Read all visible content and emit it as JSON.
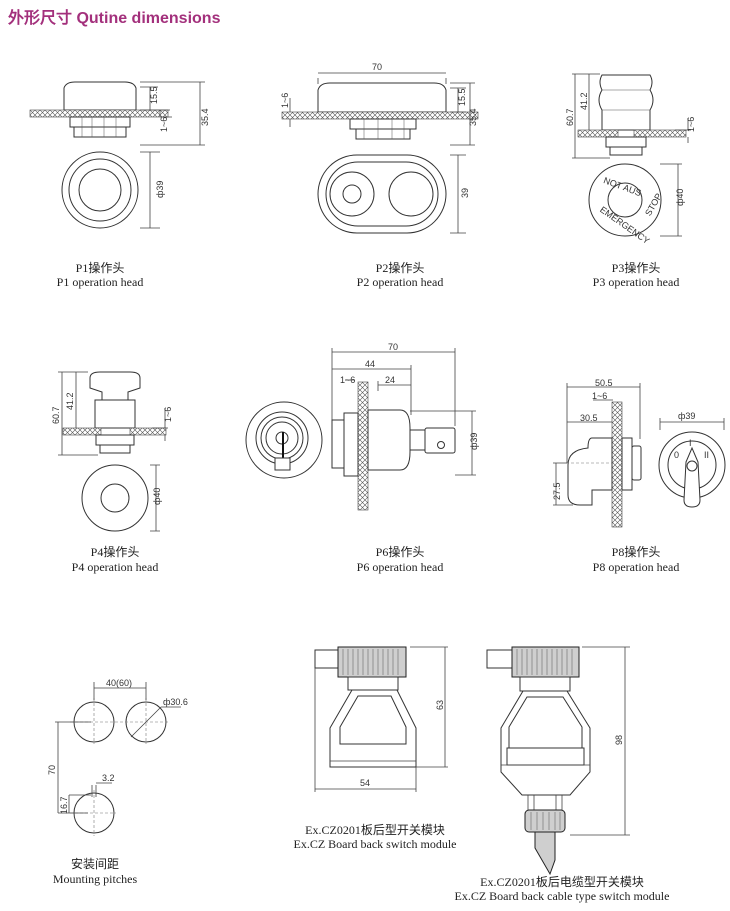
{
  "title": "外形尺寸 Qutine dimensions",
  "colors": {
    "title": "#a3307c",
    "line": "#333333"
  },
  "heads": {
    "p1": {
      "label_cn": "P1操作头",
      "label_en": "P1 operation head",
      "dims": {
        "h_top": "15.5",
        "h_total": "35.4",
        "panel": "1~6",
        "dia": "ф39"
      }
    },
    "p2": {
      "label_cn": "P2操作头",
      "label_en": "P2 operation head",
      "dims": {
        "width": "70",
        "panel": "1~6",
        "h_top": "15.5",
        "h_total": "35.4",
        "height": "39"
      }
    },
    "p3": {
      "label_cn": "P3操作头",
      "label_en": "P3 operation head",
      "dims": {
        "h_total": "60.7",
        "h_top": "41.2",
        "panel": "1~6",
        "dia": "ф40"
      },
      "plate_text": [
        "NOT AUS",
        "EMERGENCY",
        "STOP"
      ]
    },
    "p4": {
      "label_cn": "P4操作头",
      "label_en": "P4 operation head",
      "dims": {
        "h_total": "60.7",
        "h_top": "41.2",
        "panel": "1~6",
        "dia": "ф40"
      }
    },
    "p6": {
      "label_cn": "P6操作头",
      "label_en": "P6 operation head",
      "dims": {
        "total": "70",
        "mid": "44",
        "panel": "1~6",
        "front": "24",
        "dia": "ф39"
      }
    },
    "p8": {
      "label_cn": "P8操作头",
      "label_en": "P8 operation head",
      "dims": {
        "total": "50.5",
        "panel": "1~6",
        "front": "30.5",
        "offset": "27.5",
        "dia": "ф39"
      },
      "positions": [
        "0",
        "I",
        "II"
      ]
    }
  },
  "mounting": {
    "label_cn": "安装间距",
    "label_en": "Mounting pitches",
    "dims": {
      "pitch_h": "40(60)",
      "dia": "ф30.6",
      "pitch_v": "70",
      "notch_w": "3.2",
      "notch_h": "16.7"
    }
  },
  "modules": {
    "board_back": {
      "label_cn": "Ex.CZ0201板后型开关模块",
      "label_en": "Ex.CZ Board back switch module",
      "dims": {
        "height": "63",
        "width": "54"
      }
    },
    "cable_type": {
      "label_cn": "Ex.CZ0201板后电缆型开关模块",
      "label_en": "Ex.CZ Board back cable type switch module",
      "dims": {
        "height": "98"
      }
    }
  }
}
